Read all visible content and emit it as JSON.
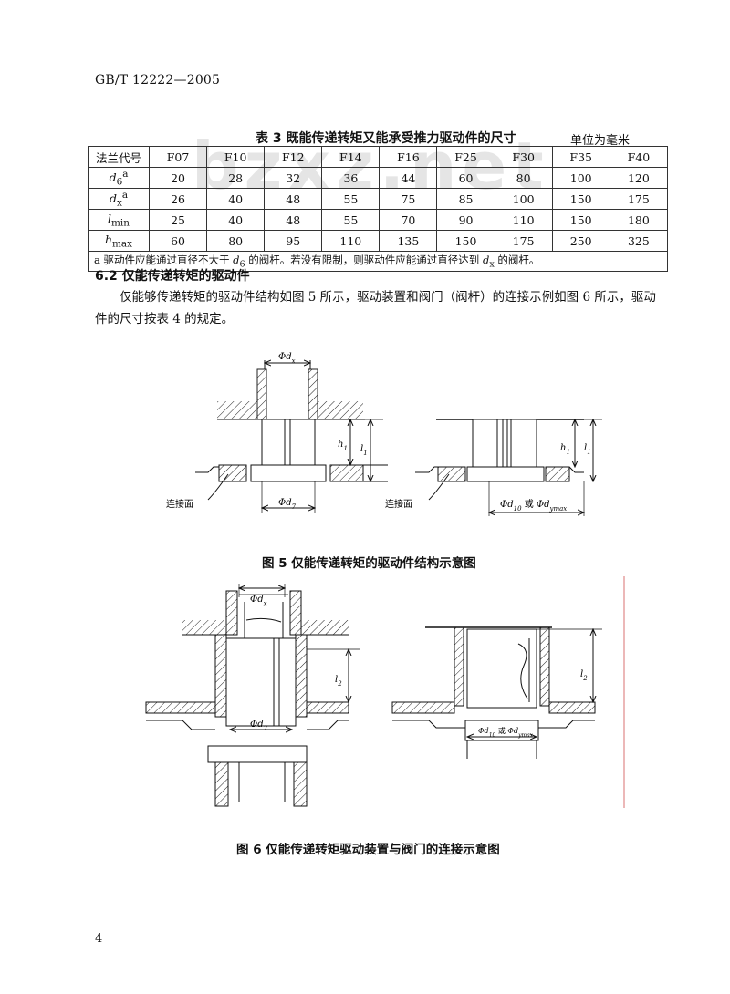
{
  "header": {
    "doc_id": "GB/T 12222—2005"
  },
  "watermark": "bzxz.net",
  "table3": {
    "caption": "表 3   既能传递转矩又能承受推力驱动件的尺寸",
    "unit": "单位为毫米",
    "columns": [
      "法兰代号",
      "F07",
      "F10",
      "F12",
      "F14",
      "F16",
      "F25",
      "F30",
      "F35",
      "F40"
    ],
    "rows": [
      {
        "label": "d",
        "sub": "6",
        "sup": "a",
        "values": [
          "20",
          "28",
          "32",
          "36",
          "44",
          "60",
          "80",
          "100",
          "120"
        ]
      },
      {
        "label": "d",
        "sub": "x",
        "sup": "a",
        "values": [
          "26",
          "40",
          "48",
          "55",
          "75",
          "85",
          "100",
          "150",
          "175"
        ]
      },
      {
        "label": "l",
        "sub": "min",
        "sup": "",
        "values": [
          "25",
          "40",
          "48",
          "55",
          "70",
          "90",
          "110",
          "150",
          "180"
        ]
      },
      {
        "label": "h",
        "sub": "max",
        "sup": "",
        "values": [
          "60",
          "80",
          "95",
          "110",
          "135",
          "150",
          "175",
          "250",
          "325"
        ]
      }
    ],
    "footnote": {
      "p1": "a   驱动件应能通过直径不大于 ",
      "v1": "d",
      "s1": "6",
      "p2": " 的阀杆。若没有限制，则驱动件应能通过直径达到 ",
      "v2": "d",
      "s2": "x",
      "p3": " 的阀杆。"
    }
  },
  "section": {
    "heading": "6.2   仅能传递转矩的驱动件",
    "paragraph": "仅能够传递转矩的驱动件结构如图 5 所示，驱动装置和阀门（阀杆）的连接示例如图 6 所示，驱动件的尺寸按表 4 的规定。"
  },
  "figure5": {
    "caption": "图 5   仅能传递转矩的驱动件结构示意图",
    "left": {
      "top_dim": "Φd",
      "top_sub": "x",
      "h": "h",
      "h_sub": "1",
      "l": "l",
      "l_sub": "1",
      "bottom_dim": "Φd",
      "bottom_sub": "7",
      "surface": "连接面"
    },
    "right": {
      "h": "h",
      "h_sub": "1",
      "l": "l",
      "l_sub": "1",
      "bottom_dim": "Φd",
      "bottom_sub": "10",
      "bottom_or": " 或 ",
      "bottom_dim2": "Φd",
      "bottom_sub2": "ymax",
      "surface": "连接面"
    }
  },
  "figure6": {
    "caption": "图 6   仅能传递转矩驱动装置与阀门的连接示意图",
    "left": {
      "top_dim": "Φd",
      "top_sub": "x",
      "l": "l",
      "l_sub": "2",
      "mid_dim": "Φd",
      "mid_sub": "7"
    },
    "right": {
      "l": "l",
      "l_sub": "2",
      "mid_dim": "Φd",
      "mid_sub": "10",
      "mid_or": " 或 ",
      "mid_dim2": "Φd",
      "mid_sub2": "ymax"
    }
  },
  "page_number": "4"
}
